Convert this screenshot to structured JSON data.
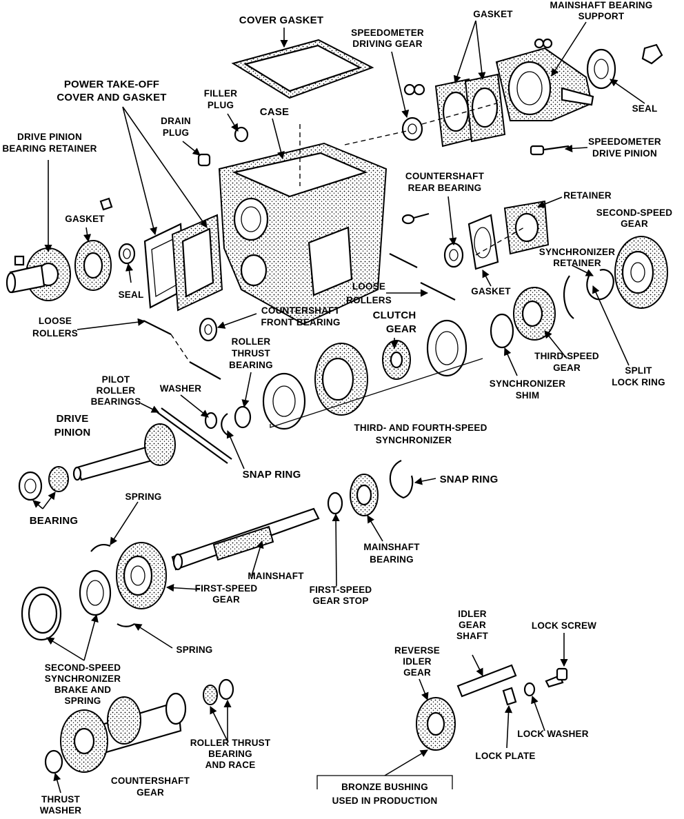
{
  "figure": {
    "labels": {
      "cover_gasket": "COVER GASKET",
      "gasket_top": "GASKET",
      "mainshaft_bearing_support": [
        "MAINSHAFT BEARING",
        "SUPPORT"
      ],
      "speedometer_driving_gear": [
        "SPEEDOMETER",
        "DRIVING GEAR"
      ],
      "power_takeoff_cover": [
        "POWER TAKE-OFF",
        "COVER AND GASKET"
      ],
      "filler_plug": [
        "FILLER",
        "PLUG"
      ],
      "case": "CASE",
      "drain_plug": [
        "DRAIN",
        "PLUG"
      ],
      "seal_right": "SEAL",
      "speedometer_drive_pinion": [
        "SPEEDOMETER",
        "DRIVE PINION"
      ],
      "drive_pinion_bearing_retainer": [
        "DRIVE PINION",
        "BEARING RETAINER"
      ],
      "countershaft_rear_bearing": [
        "COUNTERSHAFT",
        "REAR BEARING"
      ],
      "retainer": "RETAINER",
      "second_speed_gear": [
        "SECOND-SPEED",
        "GEAR"
      ],
      "gasket_left": "GASKET",
      "synchronizer_retainer": [
        "SYNCHRONIZER",
        "RETAINER"
      ],
      "seal_left": "SEAL",
      "loose_rollers_mid": [
        "LOOSE",
        "ROLLERS"
      ],
      "gasket_mid": "GASKET",
      "loose_rollers_left": [
        "LOOSE",
        "ROLLERS"
      ],
      "countershaft_front_bearing": [
        "COUNTERSHAFT",
        "FRONT BEARING"
      ],
      "clutch_gear": [
        "CLUTCH",
        "GEAR"
      ],
      "roller_thrust_bearing": [
        "ROLLER",
        "THRUST",
        "BEARING"
      ],
      "third_speed_gear": [
        "THIRD-SPEED",
        "GEAR"
      ],
      "split_lock_ring": [
        "SPLIT",
        "LOCK RING"
      ],
      "pilot_roller_bearings": [
        "PILOT",
        "ROLLER",
        "BEARINGS"
      ],
      "washer": "WASHER",
      "synchronizer_shim": [
        "SYNCHRONIZER",
        "SHIM"
      ],
      "drive_pinion": [
        "DRIVE",
        "PINION"
      ],
      "third_fourth_synchronizer": [
        "THIRD- AND FOURTH-SPEED",
        "SYNCHRONIZER"
      ],
      "snap_ring_left": "SNAP RING",
      "snap_ring_right": "SNAP RING",
      "bearing": "BEARING",
      "spring_top": "SPRING",
      "mainshaft_bearing": [
        "MAINSHAFT",
        "BEARING"
      ],
      "mainshaft": "MAINSHAFT",
      "first_speed_gear": [
        "FIRST-SPEED",
        "GEAR"
      ],
      "first_speed_gear_stop": [
        "FIRST-SPEED",
        "GEAR STOP"
      ],
      "spring_bottom": "SPRING",
      "idler_gear_shaft": [
        "IDLER",
        "GEAR",
        "SHAFT"
      ],
      "lock_screw": "LOCK SCREW",
      "second_speed_synchronizer": [
        "SECOND-SPEED",
        "SYNCHRONIZER",
        "BRAKE AND",
        "SPRING"
      ],
      "reverse_idler_gear": [
        "REVERSE",
        "IDLER",
        "GEAR"
      ],
      "lock_washer": "LOCK WASHER",
      "roller_thrust_bearing_race": [
        "ROLLER THRUST",
        "BEARING",
        "AND RACE"
      ],
      "lock_plate": "LOCK PLATE",
      "countershaft_gear": [
        "COUNTERSHAFT",
        "GEAR"
      ],
      "thrust_washer": [
        "THRUST",
        "WASHER"
      ],
      "bronze_bushing": [
        "BRONZE BUSHING",
        "USED IN PRODUCTION"
      ]
    }
  }
}
